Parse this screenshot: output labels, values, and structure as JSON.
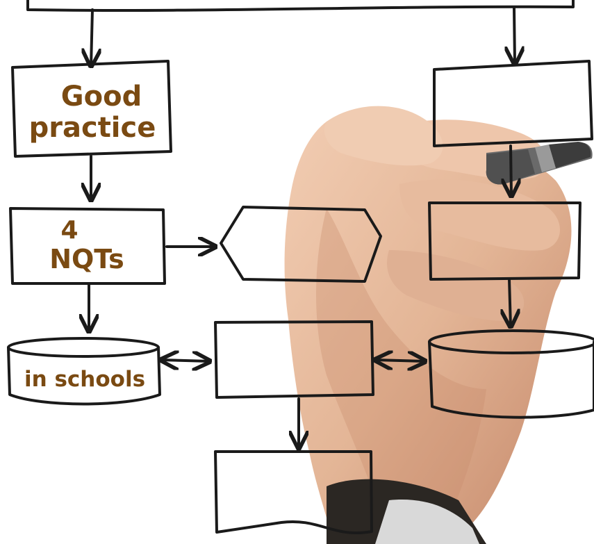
{
  "diagram": {
    "nodes": {
      "good_practice": [
        "Good",
        "practice"
      ],
      "nqts": [
        "4",
        "NQTs"
      ],
      "in_schools": "in schools"
    }
  },
  "colors": {
    "line": "#1a1a1a",
    "label": "#7a4a12",
    "skin": "#e3b596",
    "skin_shadow": "#c98d6d",
    "marker": "#5a5a5a"
  },
  "photo": {
    "subject": "hand-holding-marker"
  }
}
